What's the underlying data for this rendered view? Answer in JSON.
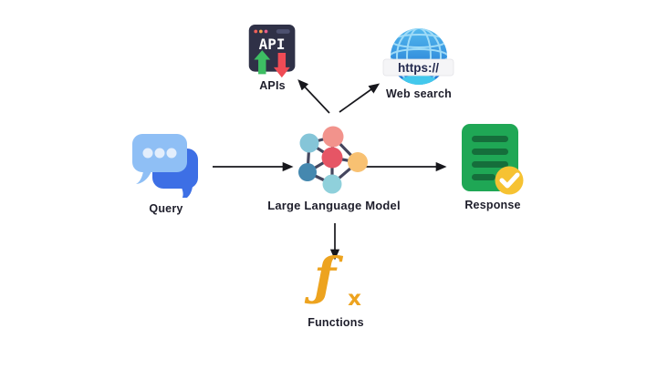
{
  "nodes": {
    "query": {
      "label": "Query"
    },
    "llm": {
      "label": "Large Language Model"
    },
    "response": {
      "label": "Response"
    },
    "apis": {
      "label": "APIs",
      "icon_text": "API"
    },
    "web_search": {
      "label": "Web search",
      "icon_text": "https://"
    },
    "functions": {
      "label": "Functions",
      "icon_f": "ƒ",
      "icon_x": "x"
    }
  },
  "connections": [
    {
      "name": "query-to-llm",
      "from": "query",
      "to": "llm",
      "points": [
        [
          233,
          183
        ],
        [
          319,
          183
        ]
      ]
    },
    {
      "name": "llm-to-response",
      "from": "llm",
      "to": "response",
      "points": [
        [
          401,
          183
        ],
        [
          487,
          183
        ]
      ]
    },
    {
      "name": "llm-to-apis",
      "from": "llm",
      "to": "apis",
      "points": [
        [
          361,
          124
        ],
        [
          328,
          89
        ]
      ]
    },
    {
      "name": "llm-to-web-search",
      "from": "llm",
      "to": "web_search",
      "points": [
        [
          372,
          123
        ],
        [
          414,
          93
        ]
      ]
    },
    {
      "name": "llm-to-functions",
      "from": "llm",
      "to": "functions",
      "points": [
        [
          367,
          245
        ],
        [
          367,
          283
        ]
      ]
    }
  ],
  "colors": {
    "bg": "#ffffff",
    "arrow": "#17171c",
    "label": "#1e1e2b",
    "q_front": "#8fbff5",
    "q_back": "#3d6fe5",
    "q_dots": "#e3eefc",
    "llm_edge": "#45465e",
    "llm_salmon": "#f2938c",
    "llm_red": "#e65565",
    "llm_cyan": "#85c5d8",
    "llm_teal": "#4588af",
    "llm_cyan2": "#8fd0db",
    "llm_orange": "#f8c172",
    "resp_green": "#1fa755",
    "resp_line": "#156e3b",
    "resp_badge": "#f6c232",
    "api_window": "#2f3147",
    "api_bar": "#4d5170",
    "api_dot1": "#f0605a",
    "api_dot2": "#f5a34c",
    "api_dot3": "#e85d8a",
    "api_up": "#3dbe63",
    "api_down": "#ef4b55",
    "globe_light": "#54b9ee",
    "globe_dark": "#1a6ed0",
    "globe_grid": "#9fdbf7",
    "globe_bottom": "#43c8ec",
    "banner_bg": "#f5f5f7",
    "banner_text": "#252b50",
    "fx_orange": "#eda31f"
  }
}
